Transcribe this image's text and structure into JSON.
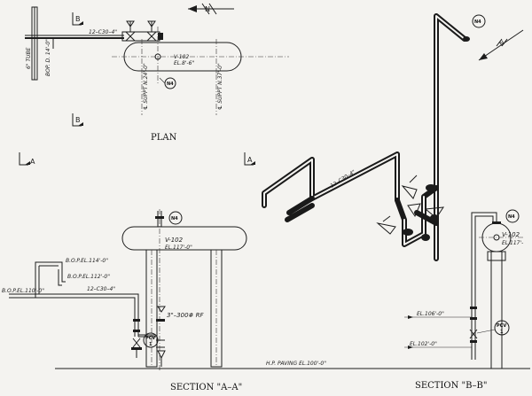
{
  "views": {
    "plan": {
      "title": "PLAN",
      "pipe_label": "12–C30–4\"",
      "vessel_label": "V-102",
      "vessel_elevation": "EL.8'-6\"",
      "tag_n4": "N4",
      "support_left": "℄ SUPPT N.24'-0\"",
      "support_right": "℄ SUPPT N.37'-0\"",
      "column_label_1": "6\" TUBE",
      "column_label_2": "BOP. D. 14'-0\"",
      "section_marker_b": "B",
      "north": "N"
    },
    "isometric": {
      "pipe_label": "12–C30–4\"",
      "tag_n4": "N4",
      "section_marker_a": "A",
      "north": "N"
    },
    "section_a": {
      "title": "SECTION \"A–A\"",
      "section_marker": "A",
      "tag_n4": "N4",
      "vessel_label": "V-102",
      "vessel_elevation": "EL.117'-0\"",
      "bop_114": "B.O.P.EL.114'-0\"",
      "bop_112": "B.O.P.EL.112'-0\"",
      "bop_110": "B.O.P.EL.110'-0\"",
      "pipe_label": "12–C30–4\"",
      "flange_label": "3\"–300# RF",
      "pcv_label": "PCV",
      "pcv_number": "1",
      "paving": "H.P. PAVING EL.100'-0\""
    },
    "section_b": {
      "title": "SECTION \"B–B\"",
      "tag_n4": "N4",
      "vessel_label": "V-102",
      "vessel_elevation": "EL.117'-",
      "el_106": "EL.106'-0\"",
      "el_102": "EL.102'-0\"",
      "pcv_label": "PCV",
      "pcv_number": "1"
    }
  }
}
